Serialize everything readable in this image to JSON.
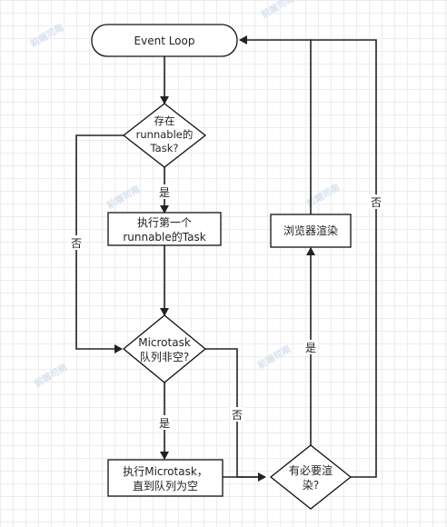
{
  "nodes": {
    "event_loop": "Event Loop",
    "has_runnable": [
      "存在",
      "runnable的",
      "Task?"
    ],
    "run_first": [
      "执行第一个",
      "runnable的Task"
    ],
    "microtask_check": [
      "Microtask",
      "队列非空?"
    ],
    "run_microtask": [
      "执行Microtask，",
      "直到队列为空"
    ],
    "need_render": [
      "有必要渲",
      "染?"
    ],
    "browser_render": "浏览器渲染"
  },
  "edges": {
    "yes_1": "是",
    "no_1": "否",
    "yes_2": "是",
    "no_2": "否",
    "yes_3": "是",
    "no_3": "否"
  },
  "watermark": "前端司南"
}
